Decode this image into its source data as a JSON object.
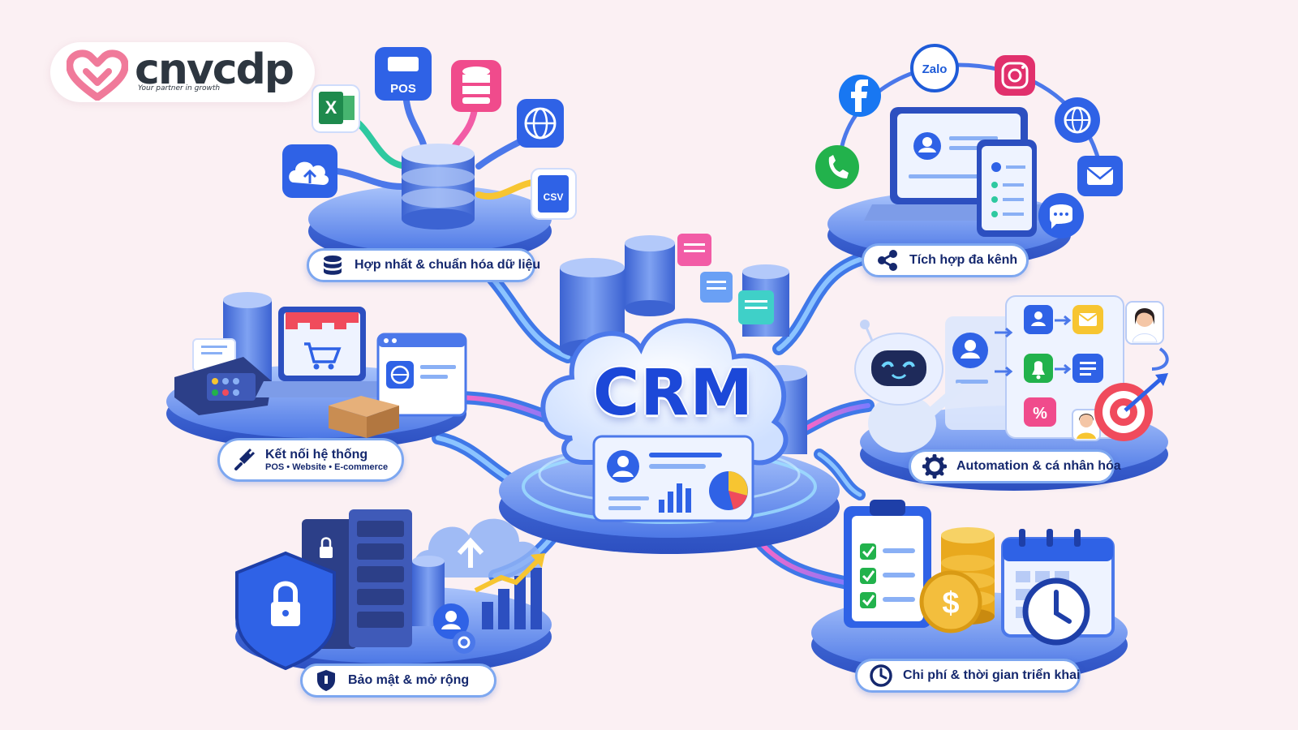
{
  "brand": {
    "name": "cnvcdp",
    "tagline": "Your partner in growth",
    "heart_color": "#f07a9a"
  },
  "center": {
    "title": "CRM"
  },
  "features": {
    "data_unification": "Hợp nhất & chuẩn hóa dữ liệu",
    "omnichannel": "Tích hợp đa kênh",
    "system_connection": "Kết nối hệ thống",
    "system_connection_sub": "POS • Website • E-commerce",
    "automation": "Automation & cá nhân hóa",
    "security": "Bảo mật & mở rộng",
    "cost_time": "Chi phí & thời gian triển khai"
  },
  "icon_labels": {
    "excel": "X",
    "pos": "POS",
    "csv": "CSV",
    "zalo": "Zalo",
    "percent": "%",
    "dollar": "$"
  },
  "colors": {
    "primary_blue": "#2f62e6",
    "dark_blue": "#15286e",
    "platform": "#5b86ee",
    "accent_pink": "#f04b8c",
    "pill_border": "#7da7f0",
    "background": "#fbf0f3"
  }
}
